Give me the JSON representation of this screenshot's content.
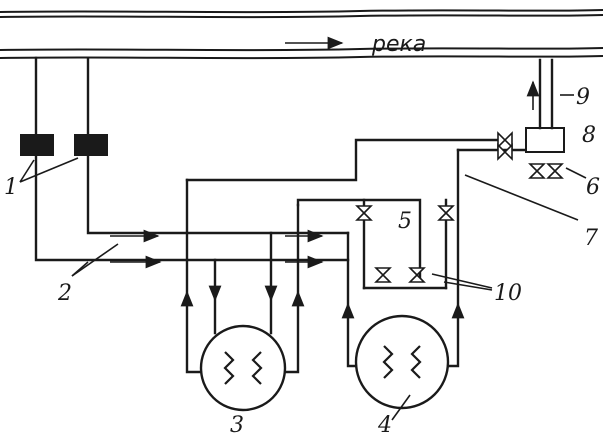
{
  "river": {
    "label": "река"
  },
  "labels": {
    "n1": "1",
    "n2": "2",
    "n3": "3",
    "n4": "4",
    "n5": "5",
    "n6": "6",
    "n7": "7",
    "n8": "8",
    "n9": "9",
    "n10": "10"
  }
}
